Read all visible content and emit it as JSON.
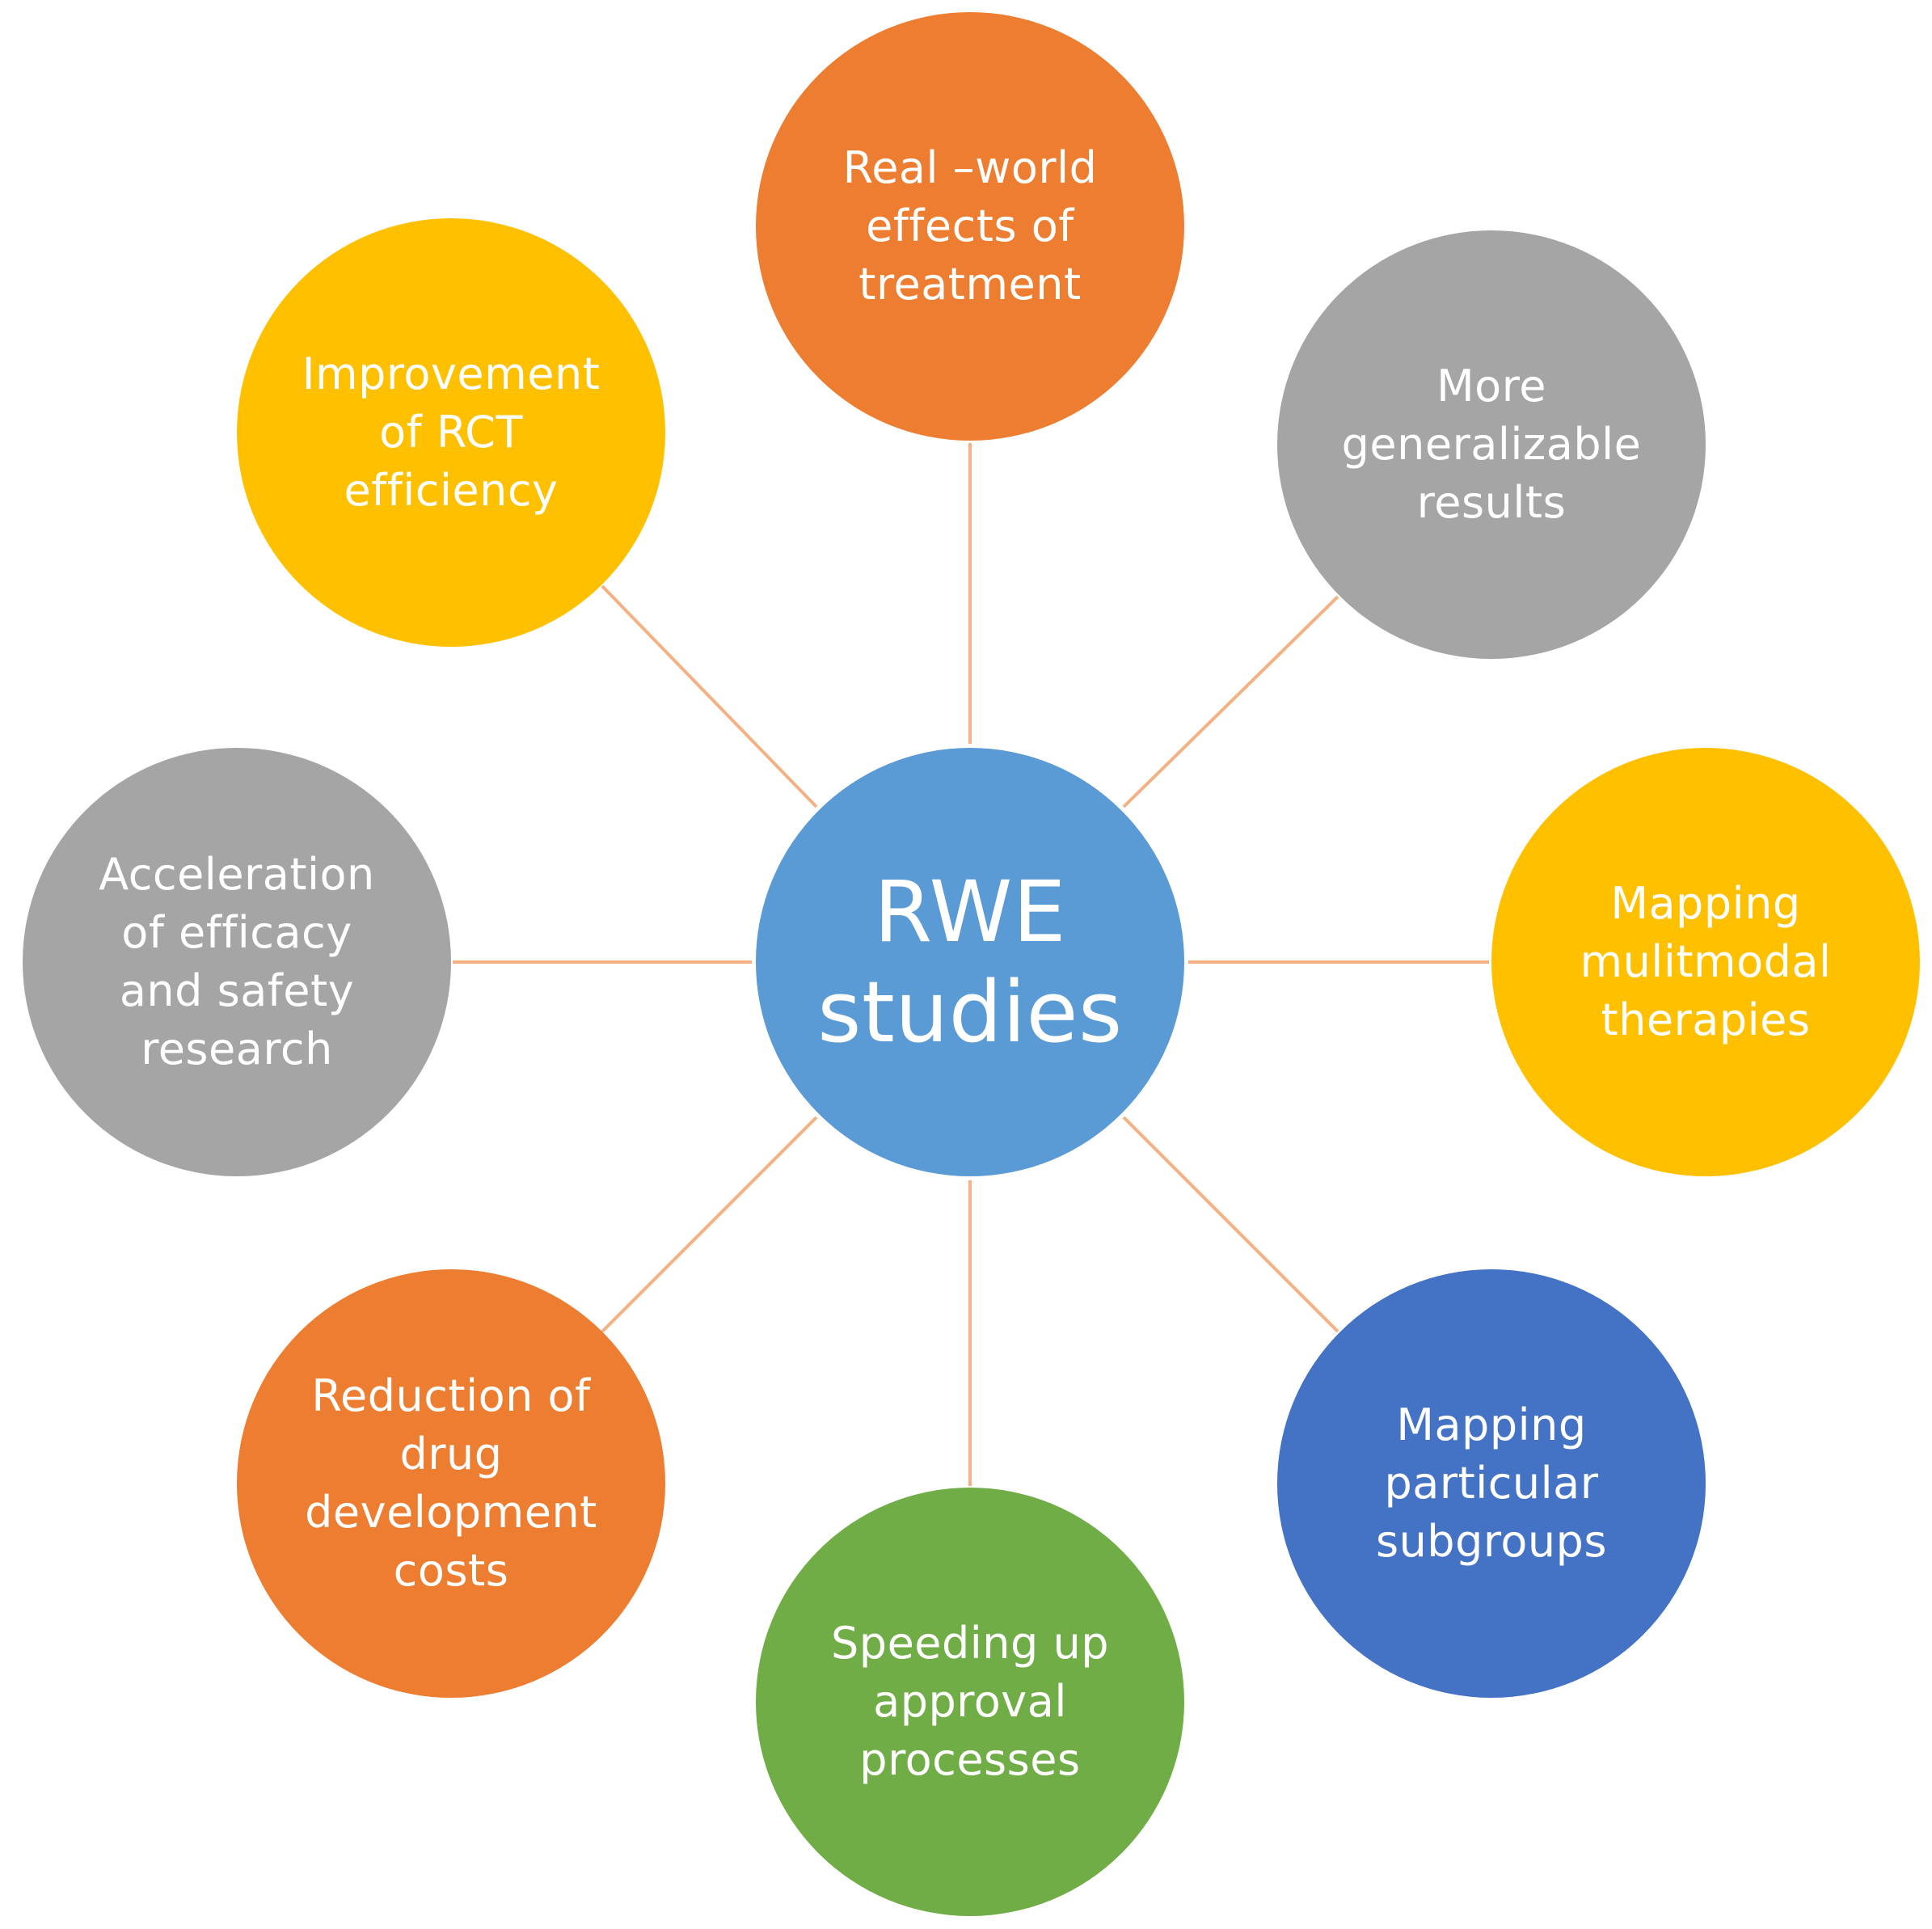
{
  "colors": {
    "orange": "#ED7D31",
    "gray": "#A5A5A5",
    "gold": "#FFC000",
    "blue_dark": "#4472C4",
    "green": "#70AD47",
    "blue_center": "#5B9BD5",
    "connector": "#F4B183"
  },
  "center": {
    "label": "RWE\nstudies",
    "color": "#5B9BD5"
  },
  "nodes": [
    {
      "id": "top",
      "label": "Real –world\neffects of\ntreatment",
      "color": "#ED7D31"
    },
    {
      "id": "tr",
      "label": "More\ngeneralizable\nresults",
      "color": "#A5A5A5"
    },
    {
      "id": "r",
      "label": "Mapping\nmulitmodal\ntherapies",
      "color": "#FFC000"
    },
    {
      "id": "br",
      "label": "Mapping\nparticular\nsubgroups",
      "color": "#4472C4"
    },
    {
      "id": "b",
      "label": "Speeding up\napproval\nprocesses",
      "color": "#70AD47"
    },
    {
      "id": "bl",
      "label": "Reduction of\ndrug\ndevelopment\ncosts",
      "color": "#ED7D31"
    },
    {
      "id": "l",
      "label": "Acceleration\nof efficacy\nand safety\nresearch",
      "color": "#A5A5A5"
    },
    {
      "id": "tl",
      "label": "Improvement\nof RCT\nefficiency",
      "color": "#FFC000"
    }
  ]
}
